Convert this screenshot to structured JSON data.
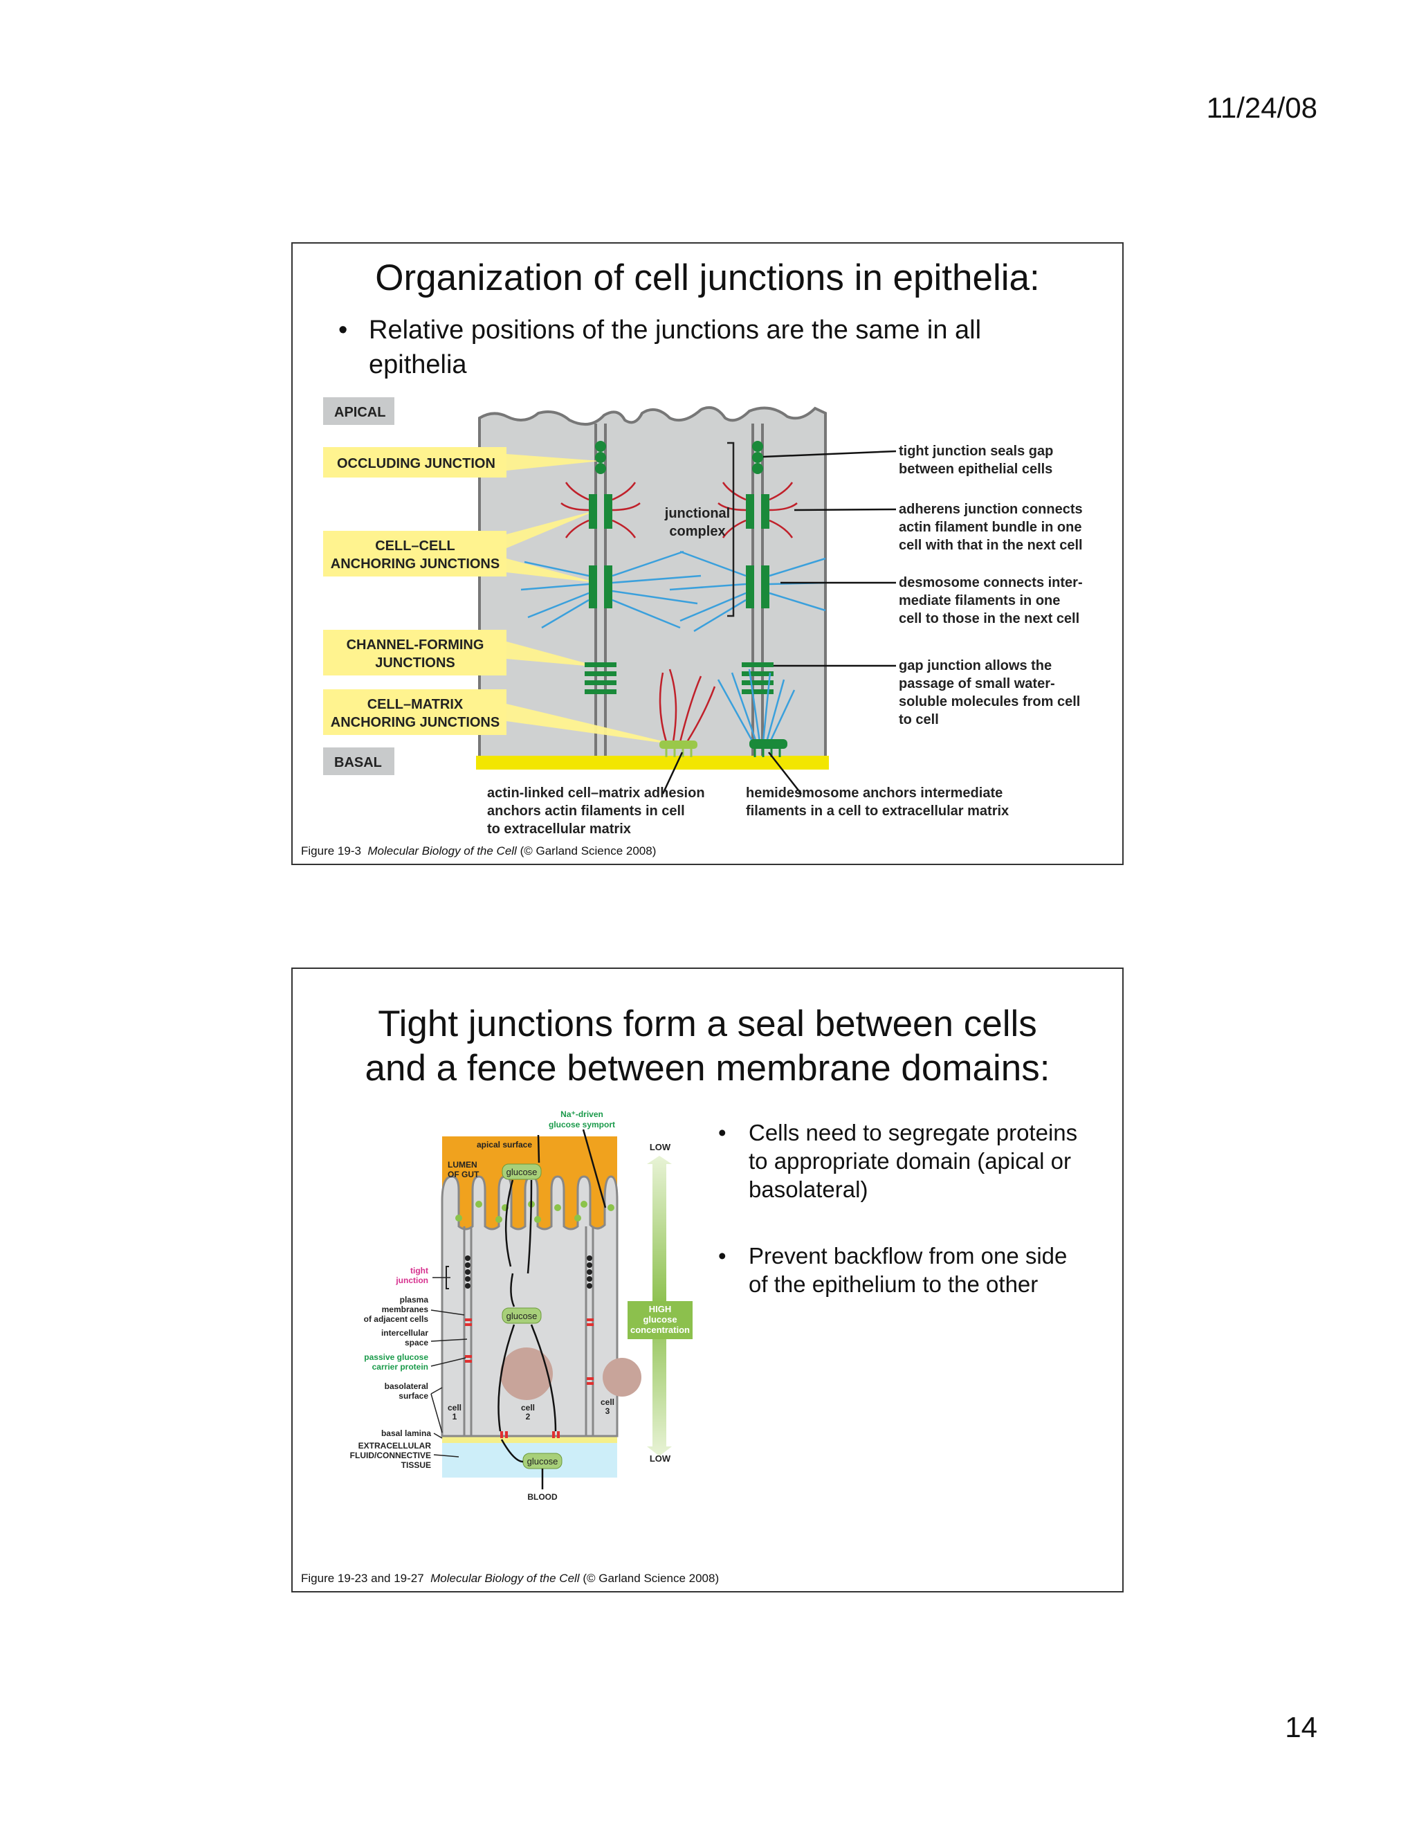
{
  "header": {
    "date": "11/24/08"
  },
  "footer": {
    "page_number": "14"
  },
  "slide1": {
    "title": "Organization of cell junctions in epithelia:",
    "bullets": [
      "Relative positions of the junctions are the same in all epithelia"
    ],
    "figure": {
      "left_labels": {
        "apical": "APICAL",
        "occluding": "OCCLUDING JUNCTION",
        "cell_cell_1": "CELL–CELL",
        "cell_cell_2": "ANCHORING JUNCTIONS",
        "channel_1": "CHANNEL-FORMING",
        "channel_2": "JUNCTIONS",
        "matrix_1": "CELL–MATRIX",
        "matrix_2": "ANCHORING JUNCTIONS",
        "basal": "BASAL"
      },
      "junctional_complex": [
        "junctional",
        "complex"
      ],
      "right_labels": {
        "tight": [
          "tight junction seals gap",
          "between epithelial cells"
        ],
        "adherens": [
          "adherens junction connects",
          "actin filament bundle in one",
          "cell with that in the next cell"
        ],
        "desmosome": [
          "desmosome connects inter-",
          "mediate filaments in one",
          "cell to those in the next cell"
        ],
        "gap": [
          "gap junction allows the",
          "passage of small water-",
          "soluble molecules from cell",
          "to cell"
        ]
      },
      "bottom_labels": {
        "actin_linked": [
          "actin-linked cell–matrix adhesion",
          "anchors actin filaments in cell",
          "to extracellular matrix"
        ],
        "hemidesmosome": [
          "hemidesmosome anchors intermediate",
          "filaments in a cell to extracellular matrix"
        ]
      },
      "colors": {
        "cell": "#cfd1d1",
        "label_bg": "#fff38f",
        "junction": "#1a8a3a",
        "actin": "#c0202a",
        "filament": "#3aa0dc",
        "matrix": "#f2e600"
      }
    },
    "caption": {
      "fig": "Figure 19-3",
      "book": "Molecular Biology of the Cell",
      "rest": "(© Garland Science 2008)"
    }
  },
  "slide2": {
    "title_lines": [
      "Tight junctions form a seal between cells",
      "and a fence between membrane domains:"
    ],
    "bullets": [
      "Cells need to segregate proteins to appropriate domain (apical or basolateral)",
      "Prevent backflow from one side of the epithelium to the other"
    ],
    "figure": {
      "na_symport": [
        "Na⁺-driven",
        "glucose symport"
      ],
      "apical_surface": "apical surface",
      "lumen": [
        "LUMEN",
        "OF GUT"
      ],
      "glucose": "glucose",
      "low_top": "LOW",
      "low_bottom": "LOW",
      "high": [
        "HIGH",
        "glucose",
        "concentration"
      ],
      "tight_junction": [
        "tight",
        "junction"
      ],
      "plasma": [
        "plasma",
        "membranes",
        "of adjacent cells"
      ],
      "intercellular": [
        "intercellular",
        "space"
      ],
      "passive": [
        "passive glucose",
        "carrier protein"
      ],
      "basolateral": [
        "basolateral",
        "surface"
      ],
      "basal_lamina": "basal lamina",
      "extracellular": [
        "EXTRACELLULAR",
        "FLUID/CONNECTIVE",
        "TISSUE"
      ],
      "cells": [
        [
          "cell",
          "1"
        ],
        [
          "cell",
          "2"
        ],
        [
          "cell",
          "3"
        ]
      ],
      "blood": "BLOOD",
      "colors": {
        "lumen": "#f0a21e",
        "tissue": "#cdeef9",
        "arrow": "#a8d07a",
        "tight_label": "#d6318e",
        "green_label": "#1a9a4a"
      }
    },
    "caption": {
      "fig": "Figure 19-23 and 19-27",
      "book": "Molecular Biology of the Cell",
      "rest": "(© Garland Science 2008)"
    }
  }
}
